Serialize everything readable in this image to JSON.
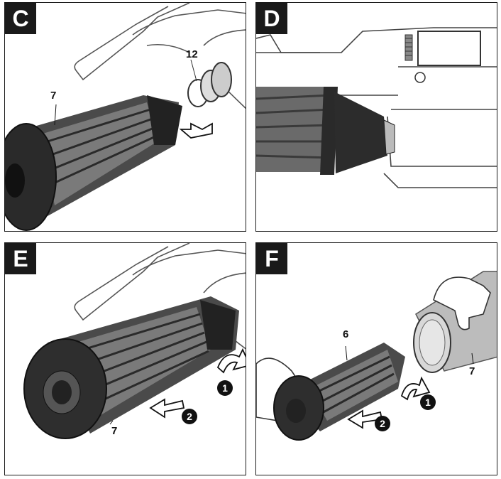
{
  "panels": {
    "c": {
      "letter": "C",
      "callouts": [
        "7",
        "12"
      ]
    },
    "d": {
      "letter": "D"
    },
    "e": {
      "letter": "E",
      "callouts": [
        "7"
      ],
      "steps": [
        "1",
        "2"
      ]
    },
    "f": {
      "letter": "F",
      "callouts": [
        "6",
        "7"
      ],
      "steps": [
        "1",
        "2"
      ]
    }
  },
  "colors": {
    "ink": "#1a1a1a",
    "filter_body": "#3a3a3a",
    "filter_light": "#9a9a9a",
    "outline": "#555555"
  }
}
